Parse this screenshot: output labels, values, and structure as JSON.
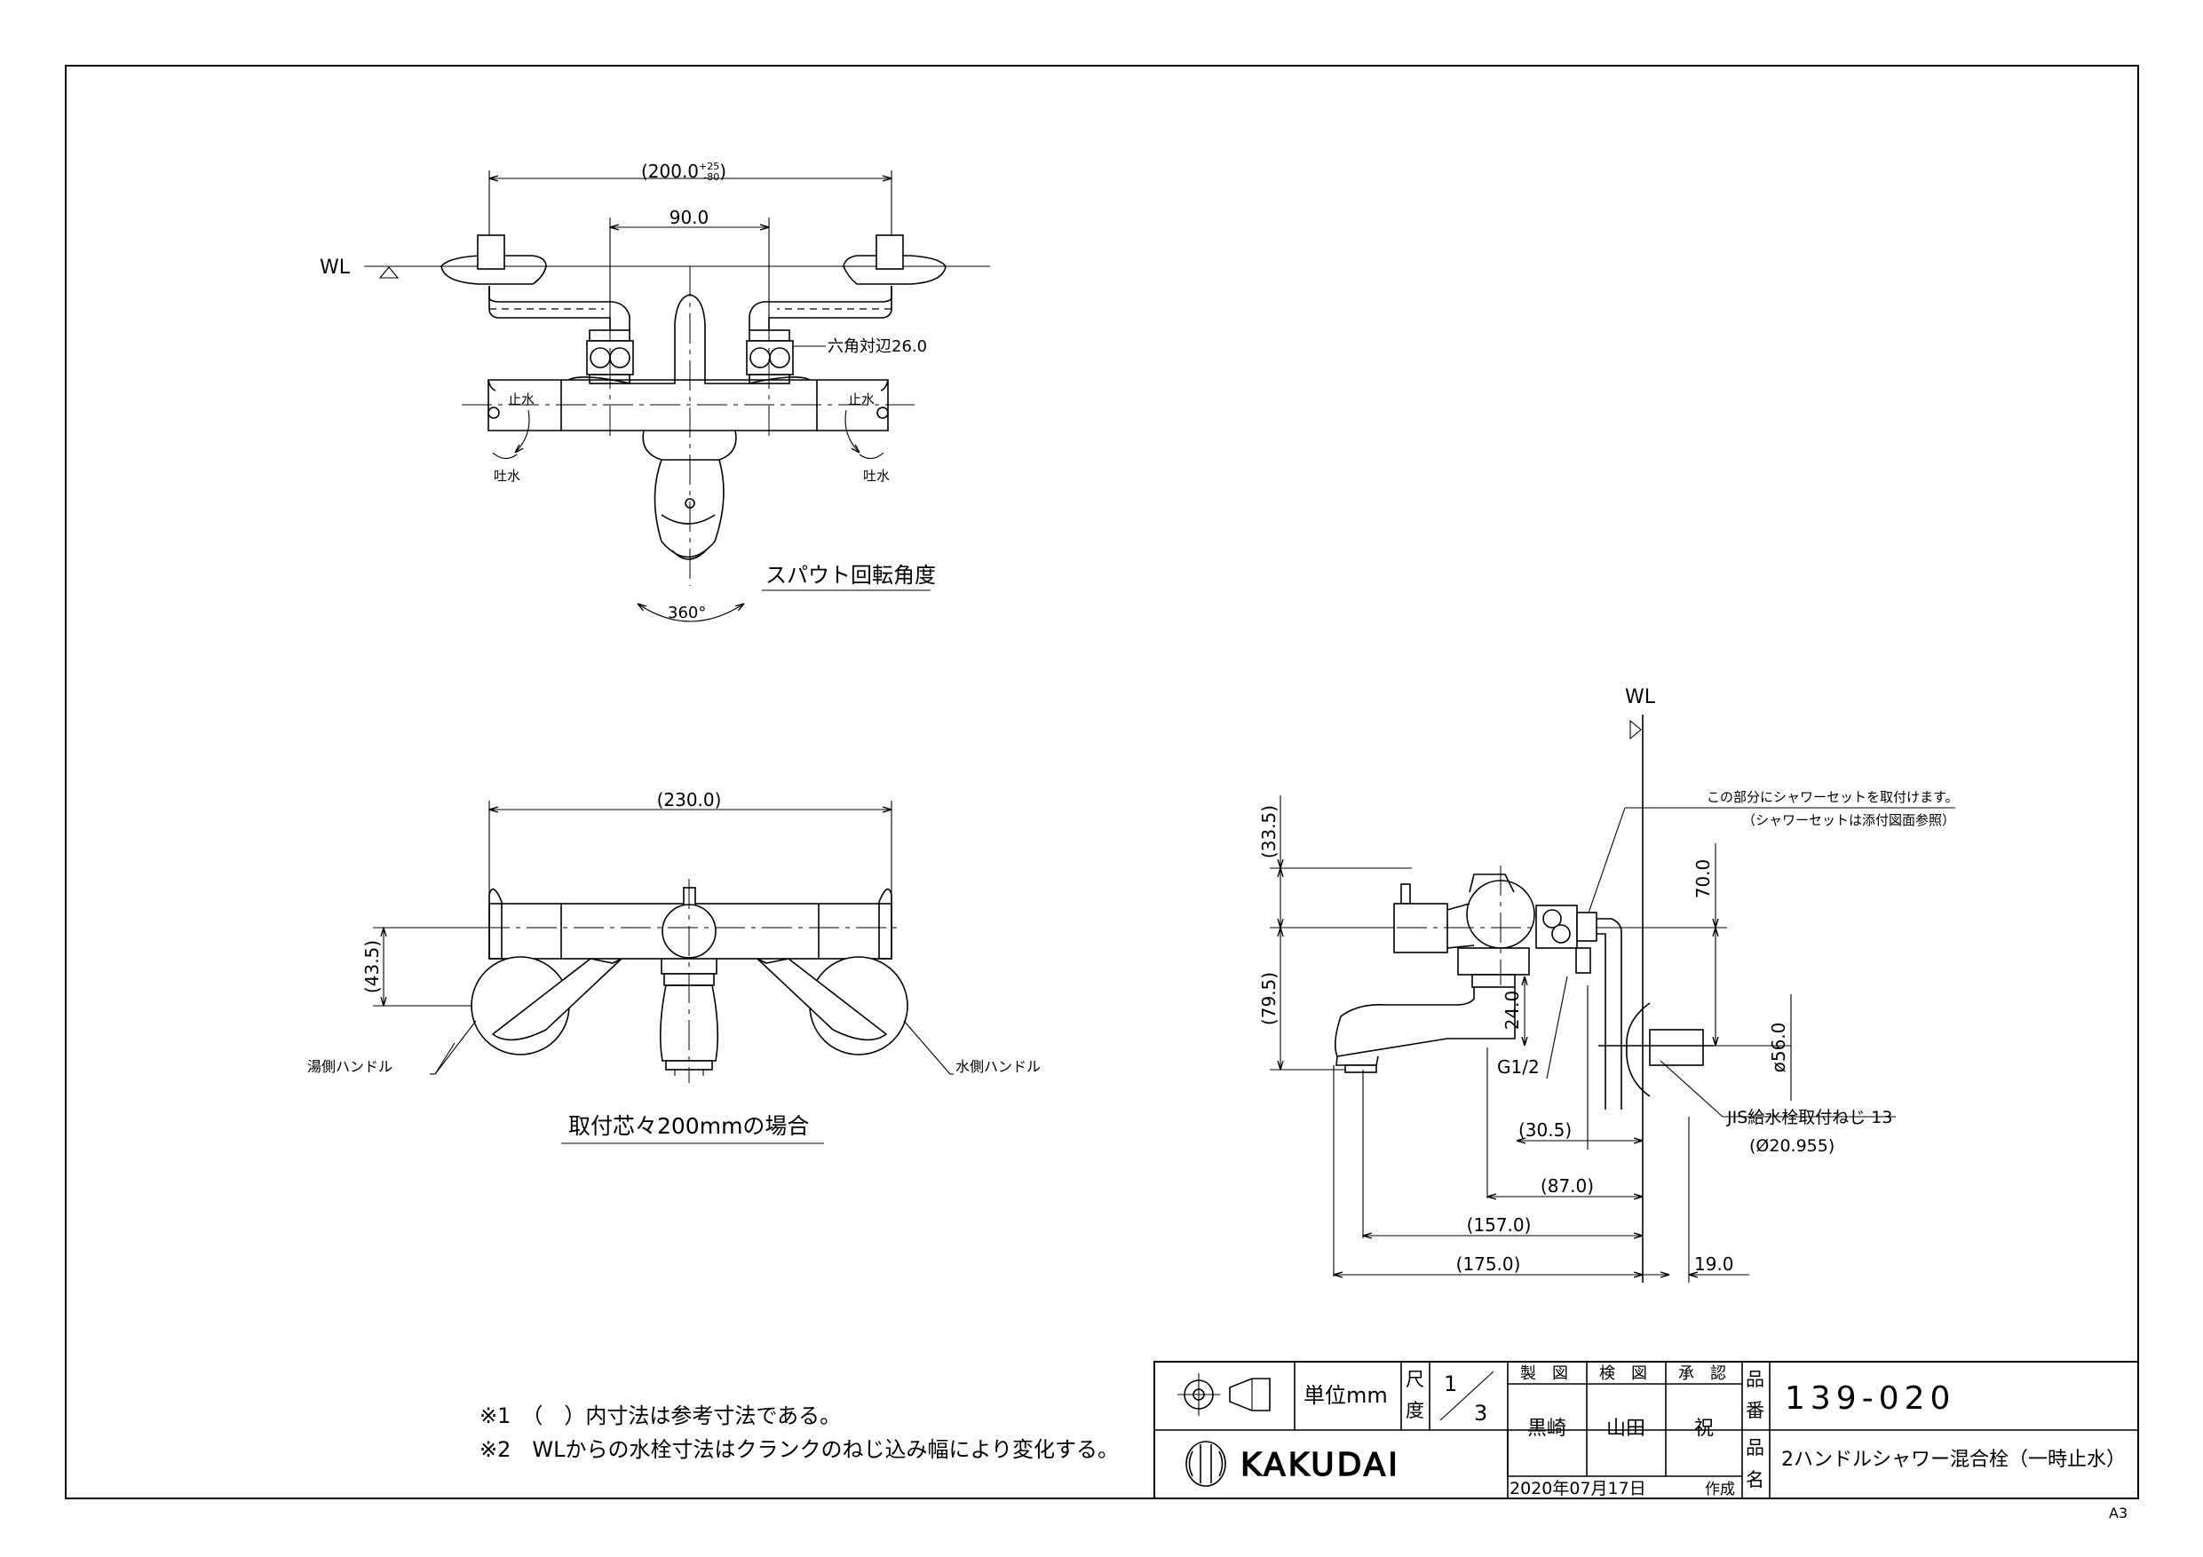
{
  "top_view": {
    "dim_overall": "(200.0",
    "dim_tol_upper": "+25",
    "dim_tol_lower": "-80",
    "dim_overall_close": ")",
    "dim_center": "90.0",
    "wl": "WL",
    "hex": "六角対辺26.0",
    "stop_left": "止水",
    "stop_right": "止水",
    "spout_left": "吐水",
    "spout_right": "吐水",
    "rotation_label": "スパウト回転角度",
    "rotation_angle": "360°"
  },
  "front_view": {
    "dim_width": "(230.0)",
    "dim_height": "(43.5)",
    "hot_handle": "湯側ハンドル",
    "cold_handle": "水側ハンドル",
    "caption": "取付芯々200mmの場合"
  },
  "side_view": {
    "wl": "WL",
    "shower_note_1": "この部分にシャワーセットを取付けます。",
    "shower_note_2": "（シャワーセットは添付図面参照）",
    "dim_33_5": "(33.5)",
    "dim_79_5": "(79.5)",
    "dim_70": "70.0",
    "dim_24": "24.0",
    "dim_56": "ø56.0",
    "g12": "G1/2",
    "jis": "JIS給水栓取付ねじ 13",
    "jis_dia": "(Ø20.955)",
    "dim_30_5": "(30.5)",
    "dim_87": "(87.0)",
    "dim_157": "(157.0)",
    "dim_175": "(175.0)",
    "dim_19": "19.0"
  },
  "notes": {
    "note1": "※1　（　）内寸法は参考寸法である。",
    "note2": "※2　WLからの水栓寸法はクランクのねじ込み幅により変化する。"
  },
  "title_block": {
    "unit": "単位mm",
    "scale_label_1": "尺",
    "scale_label_2": "度",
    "scale_num": "1",
    "scale_den": "3",
    "made": "製　図",
    "checked": "検　図",
    "approved": "承　認",
    "made_by": "黒崎",
    "checked_by": "山田",
    "approved_by": "祝",
    "part_no_label_1": "品",
    "part_no_label_2": "番",
    "part_no": "139-020",
    "name_label_1": "品",
    "name_label_2": "名",
    "name": "2ハンドルシャワー混合栓（一時止水）",
    "brand": "KAKUDAI",
    "date": "2020年07月17日",
    "created": "作成",
    "paper": "A3"
  }
}
